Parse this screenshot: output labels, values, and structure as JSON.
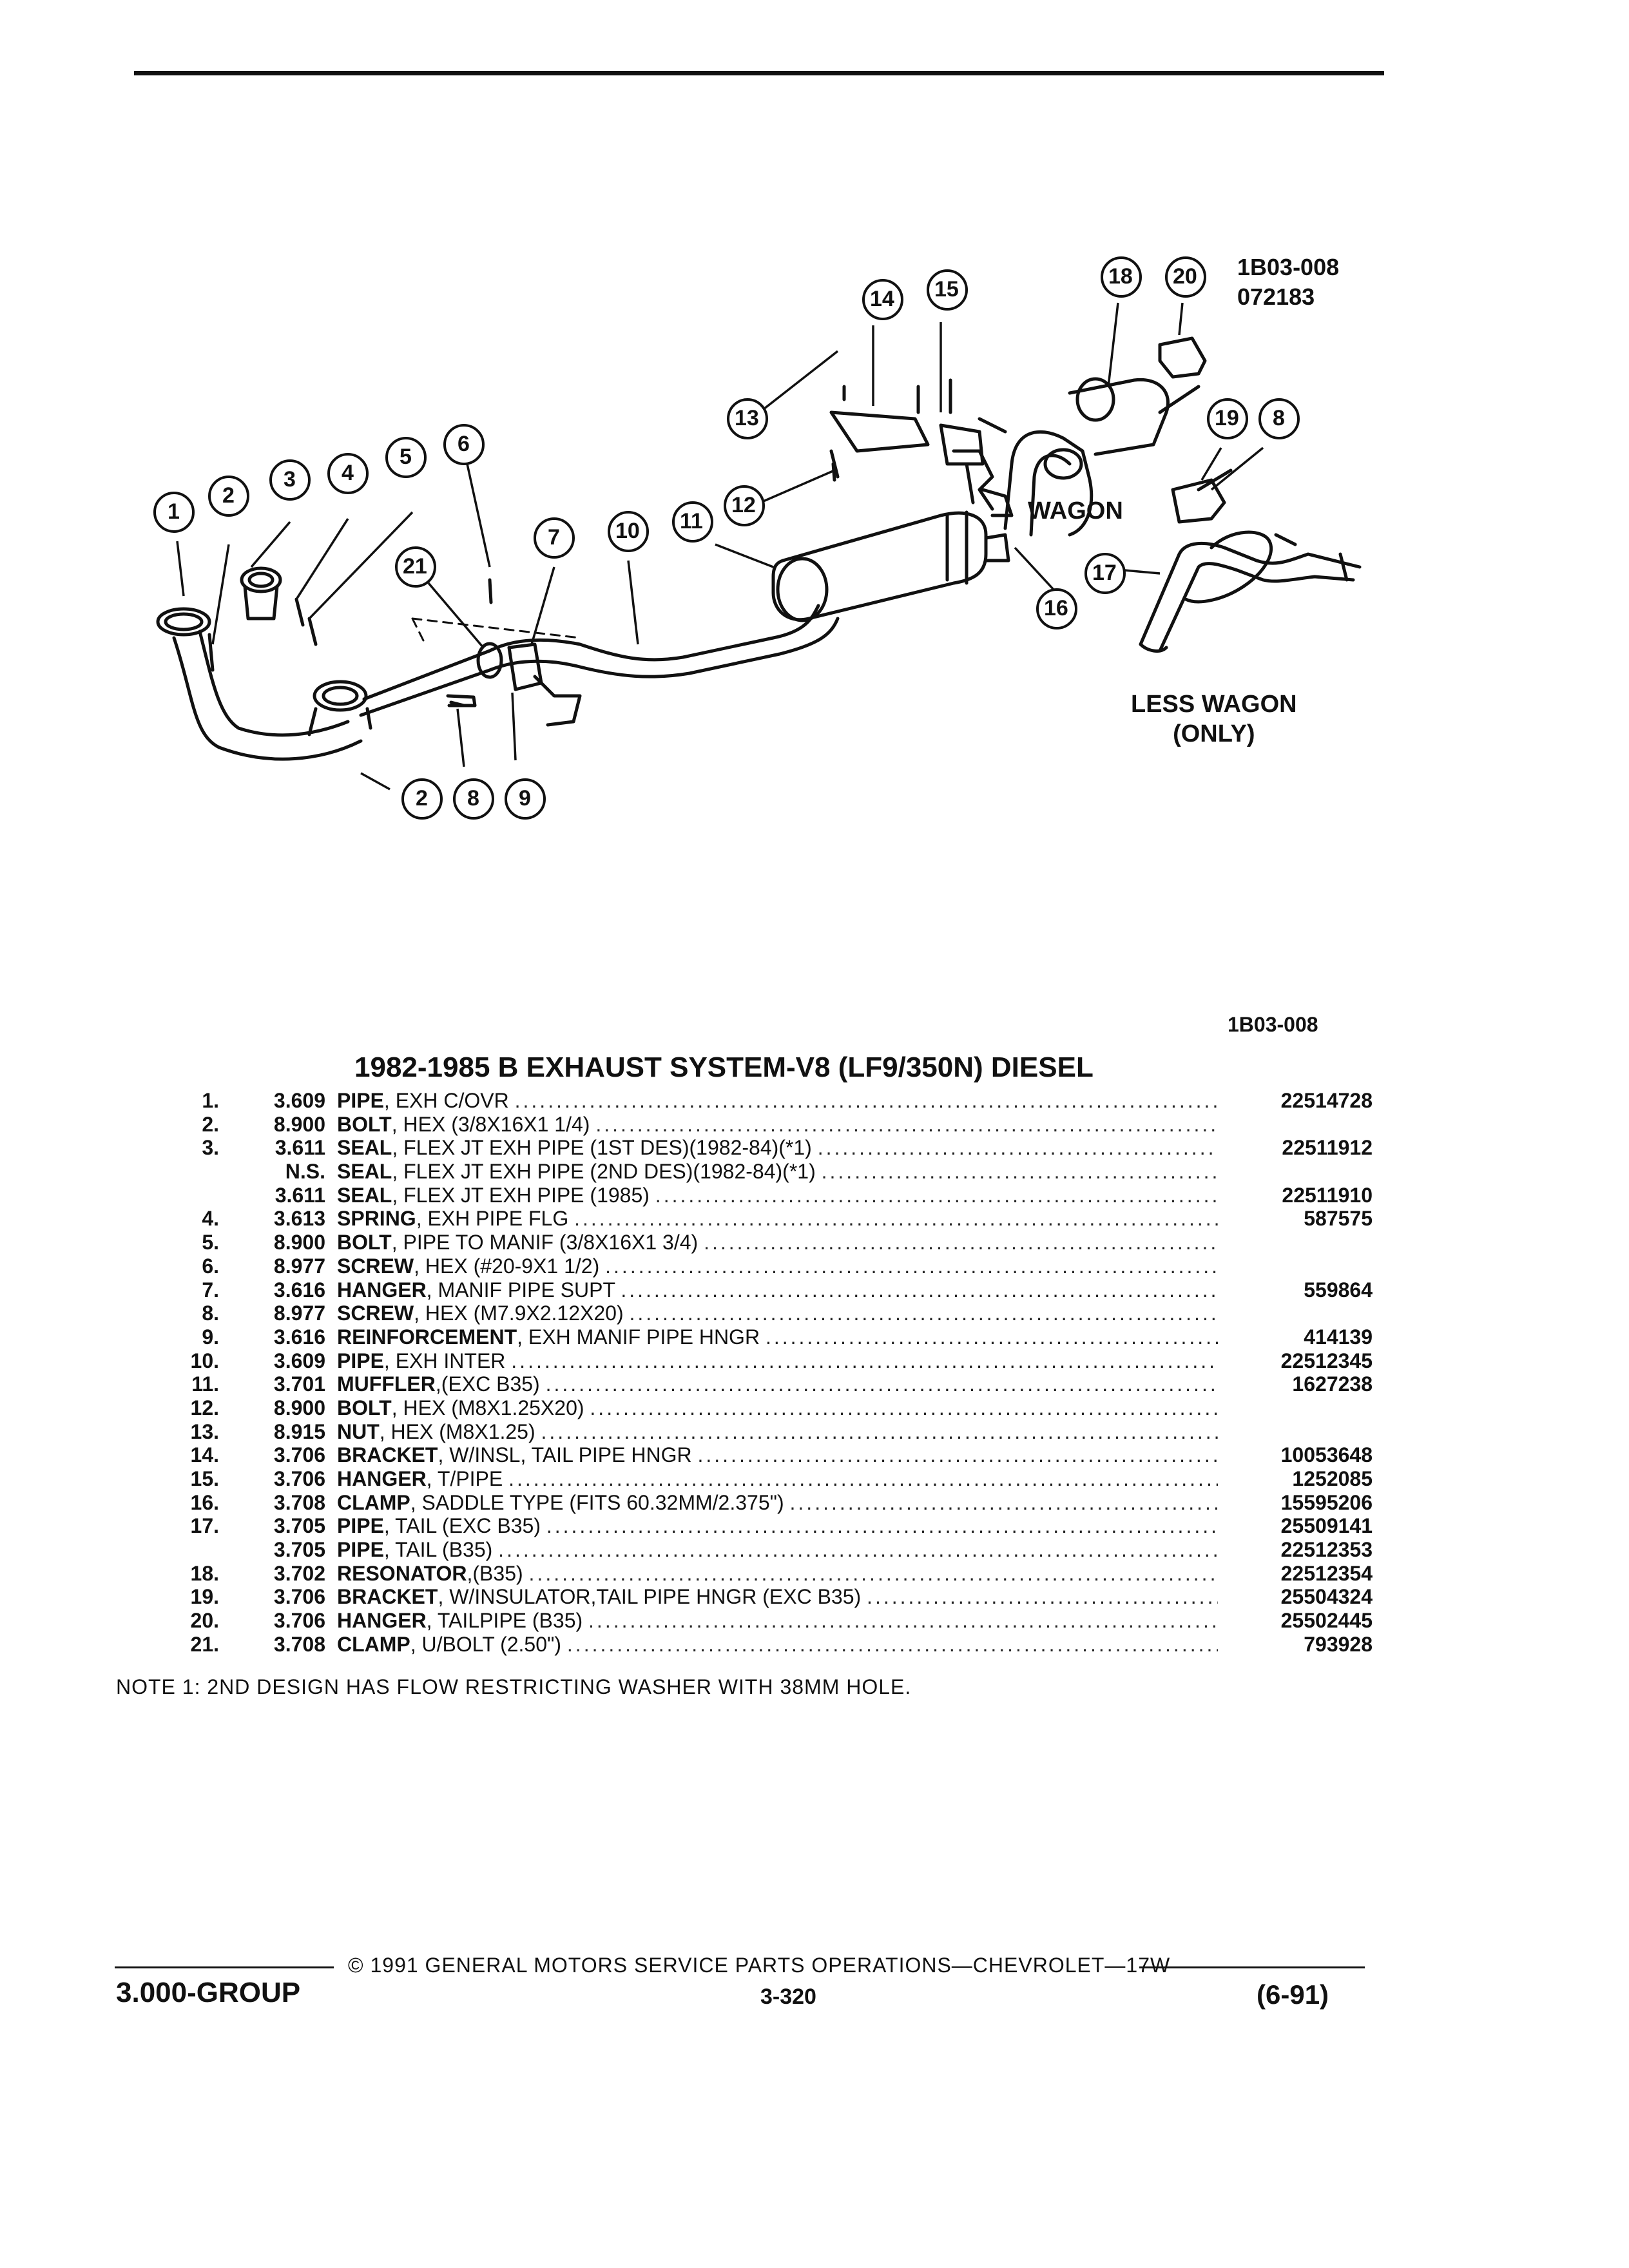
{
  "figure": {
    "code": "1B03-008",
    "date_code": "072183",
    "wagon_label": "WAGON",
    "less_wagon_line1": "LESS WAGON",
    "less_wagon_line2": "(ONLY)",
    "callouts": [
      "1",
      "2",
      "3",
      "4",
      "5",
      "6",
      "21",
      "7",
      "10",
      "11",
      "12",
      "13",
      "14",
      "15",
      "18",
      "20",
      "19",
      "8",
      "16",
      "17",
      "2",
      "8",
      "9"
    ]
  },
  "section": {
    "code": "1B03-008",
    "title": "1982-1985 B EXHAUST SYSTEM-V8 (LF9/350N) DIESEL"
  },
  "parts": [
    {
      "num": "1.",
      "grp": "3.609",
      "name": "PIPE",
      "desc": ", EXH C/OVR",
      "pn": "22514728"
    },
    {
      "num": "2.",
      "grp": "8.900",
      "name": "BOLT",
      "desc": ", HEX (3/8X16X1 1/4)",
      "pn": ""
    },
    {
      "num": "3.",
      "grp": "3.611",
      "name": "SEAL",
      "desc": ", FLEX JT EXH PIPE (1ST DES)(1982-84)(*1)",
      "pn": "22511912"
    },
    {
      "num": "",
      "grp": "N.S.",
      "name": "SEAL",
      "desc": ", FLEX JT EXH PIPE (2ND DES)(1982-84)(*1)",
      "pn": ""
    },
    {
      "num": "",
      "grp": "3.611",
      "name": "SEAL",
      "desc": ", FLEX JT EXH PIPE (1985)",
      "pn": "22511910"
    },
    {
      "num": "4.",
      "grp": "3.613",
      "name": "SPRING",
      "desc": ", EXH PIPE FLG",
      "pn": "587575"
    },
    {
      "num": "5.",
      "grp": "8.900",
      "name": "BOLT",
      "desc": ", PIPE TO MANIF (3/8X16X1 3/4)",
      "pn": ""
    },
    {
      "num": "6.",
      "grp": "8.977",
      "name": "SCREW",
      "desc": ", HEX (#20-9X1 1/2)",
      "pn": ""
    },
    {
      "num": "7.",
      "grp": "3.616",
      "name": "HANGER",
      "desc": ", MANIF PIPE SUPT",
      "pn": "559864"
    },
    {
      "num": "8.",
      "grp": "8.977",
      "name": "SCREW",
      "desc": ", HEX (M7.9X2.12X20)",
      "pn": ""
    },
    {
      "num": "9.",
      "grp": "3.616",
      "name": "REINFORCEMENT",
      "desc": ", EXH MANIF PIPE HNGR",
      "pn": "414139"
    },
    {
      "num": "10.",
      "grp": "3.609",
      "name": "PIPE",
      "desc": ", EXH INTER",
      "pn": "22512345"
    },
    {
      "num": "11.",
      "grp": "3.701",
      "name": "MUFFLER",
      "desc": ",(EXC B35)",
      "pn": "1627238"
    },
    {
      "num": "12.",
      "grp": "8.900",
      "name": "BOLT",
      "desc": ", HEX (M8X1.25X20)",
      "pn": ""
    },
    {
      "num": "13.",
      "grp": "8.915",
      "name": "NUT",
      "desc": ", HEX (M8X1.25)",
      "pn": ""
    },
    {
      "num": "14.",
      "grp": "3.706",
      "name": "BRACKET",
      "desc": ", W/INSL, TAIL PIPE HNGR",
      "pn": "10053648"
    },
    {
      "num": "15.",
      "grp": "3.706",
      "name": "HANGER",
      "desc": ", T/PIPE",
      "pn": "1252085"
    },
    {
      "num": "16.",
      "grp": "3.708",
      "name": "CLAMP",
      "desc": ", SADDLE TYPE (FITS 60.32MM/2.375\")",
      "pn": "15595206"
    },
    {
      "num": "17.",
      "grp": "3.705",
      "name": "PIPE",
      "desc": ", TAIL (EXC B35)",
      "pn": "25509141"
    },
    {
      "num": "",
      "grp": "3.705",
      "name": "PIPE",
      "desc": ", TAIL (B35)",
      "pn": "22512353"
    },
    {
      "num": "18.",
      "grp": "3.702",
      "name": "RESONATOR",
      "desc": ",(B35)",
      "pn": "22512354"
    },
    {
      "num": "19.",
      "grp": "3.706",
      "name": "BRACKET",
      "desc": ", W/INSULATOR,TAIL PIPE HNGR (EXC B35)",
      "pn": "25504324"
    },
    {
      "num": "20.",
      "grp": "3.706",
      "name": "HANGER",
      "desc": ", TAILPIPE (B35)",
      "pn": "25502445"
    },
    {
      "num": "21.",
      "grp": "3.708",
      "name": "CLAMP",
      "desc": ", U/BOLT (2.50\")",
      "pn": "793928"
    }
  ],
  "dots": "............................................................................................................",
  "note": "NOTE  1:  2ND DESIGN HAS FLOW RESTRICTING WASHER WITH 38MM HOLE.",
  "footer": {
    "copyright": "©  1991  GENERAL MOTORS SERVICE PARTS OPERATIONS—CHEVROLET—17W",
    "group": "3.000-GROUP",
    "page": "3-320",
    "date": "(6-91)"
  }
}
